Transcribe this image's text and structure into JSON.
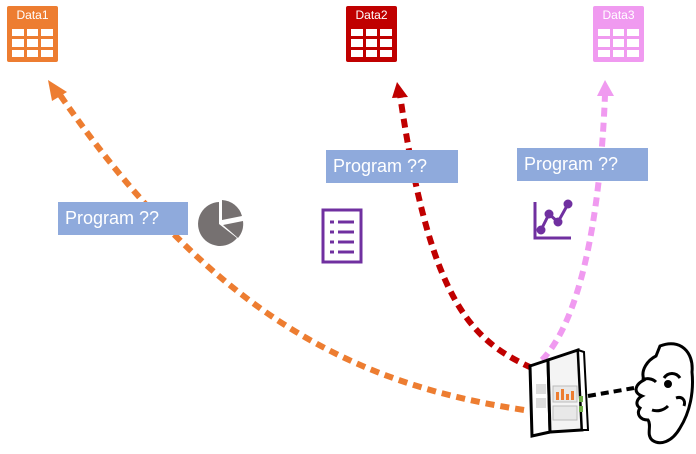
{
  "datasets": [
    {
      "label": "Data1",
      "color": "#ed7d31"
    },
    {
      "label": "Data2",
      "color": "#c00000"
    },
    {
      "label": "Data3",
      "color": "#f09af0"
    }
  ],
  "programs": [
    {
      "label": "Program ??",
      "color": "#8faadc"
    },
    {
      "label": "Program ??",
      "color": "#8faadc"
    },
    {
      "label": "Program ??",
      "color": "#8faadc"
    }
  ],
  "icons": {
    "pie": {
      "name": "pie-chart-icon",
      "color": "#767171"
    },
    "list": {
      "name": "list-icon",
      "color": "#7030a0"
    },
    "line": {
      "name": "line-chart-icon",
      "color": "#7030a0"
    },
    "screen": {
      "name": "dashboard-screen-icon"
    },
    "person": {
      "name": "person-face-icon"
    }
  },
  "arrows": [
    {
      "name": "arrow-to-data1",
      "color": "#ed7d31"
    },
    {
      "name": "arrow-to-data2",
      "color": "#c00000"
    },
    {
      "name": "arrow-to-data3",
      "color": "#f09af0"
    }
  ],
  "sight_line": {
    "color": "#000000"
  }
}
